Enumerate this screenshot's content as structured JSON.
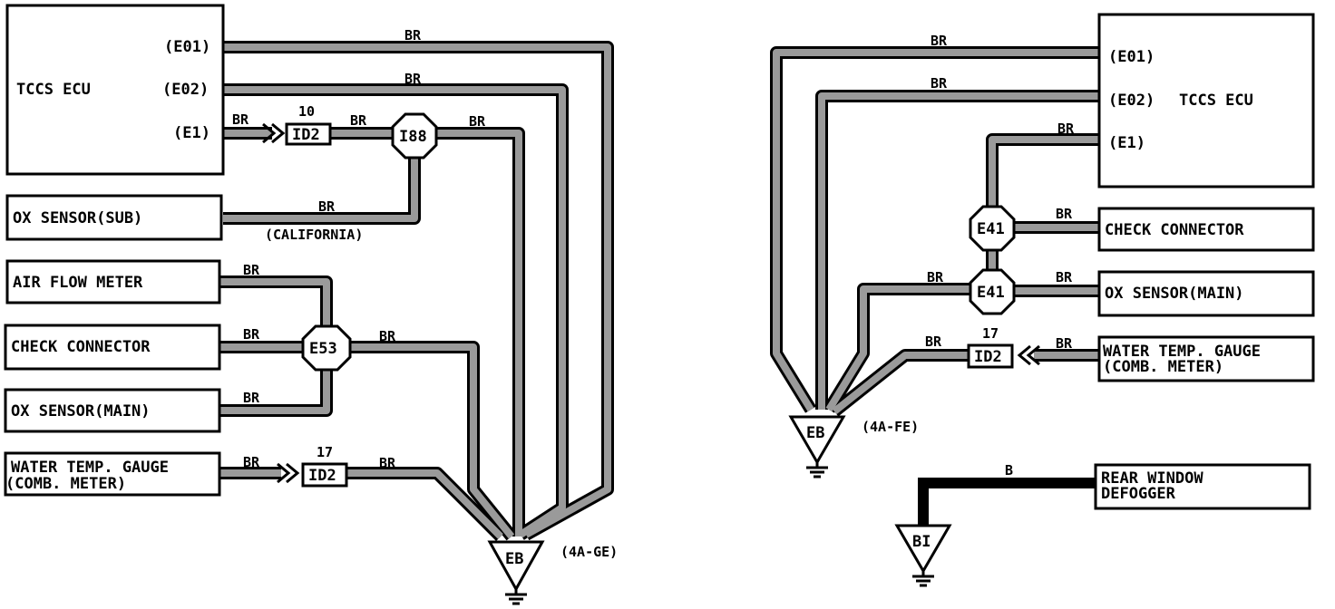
{
  "wire_color": "BR",
  "wire_color_defogger": "B",
  "left": {
    "ecu": {
      "name": "TCCS ECU",
      "terminals": [
        "(E01)",
        "(E02)",
        "(E1)"
      ]
    },
    "components": {
      "ox_sub": "OX SENSOR(SUB)",
      "air_flow": "AIR FLOW METER",
      "check_connector": "CHECK CONNECTOR",
      "ox_main": "OX SENSOR(MAIN)",
      "water_temp_line1": "WATER TEMP. GAUGE",
      "water_temp_line2": "(COMB. METER)"
    },
    "connectors": {
      "id2_top_num": "10",
      "id2_top": "ID2",
      "i88": "I88",
      "e53": "E53",
      "id2_bottom_num": "17",
      "id2_bottom": "ID2"
    },
    "note_california": "(CALIFORNIA)",
    "ground": "EB",
    "ground_label": "(4A-GE)"
  },
  "right": {
    "ecu": {
      "name": "TCCS ECU",
      "terminals": [
        "(E01)",
        "(E02)",
        "(E1)"
      ]
    },
    "components": {
      "check_connector": "CHECK CONNECTOR",
      "ox_main": "OX SENSOR(MAIN)",
      "water_temp_line1": "WATER TEMP. GAUGE",
      "water_temp_line2": "(COMB. METER)",
      "defogger_line1": "REAR WINDOW",
      "defogger_line2": "DEFOGGER"
    },
    "connectors": {
      "e41_top": "E41",
      "e41_bottom": "E41",
      "id2_num": "17",
      "id2": "ID2"
    },
    "ground": "EB",
    "ground_label": "(4A-FE)",
    "ground_b": "BI"
  }
}
